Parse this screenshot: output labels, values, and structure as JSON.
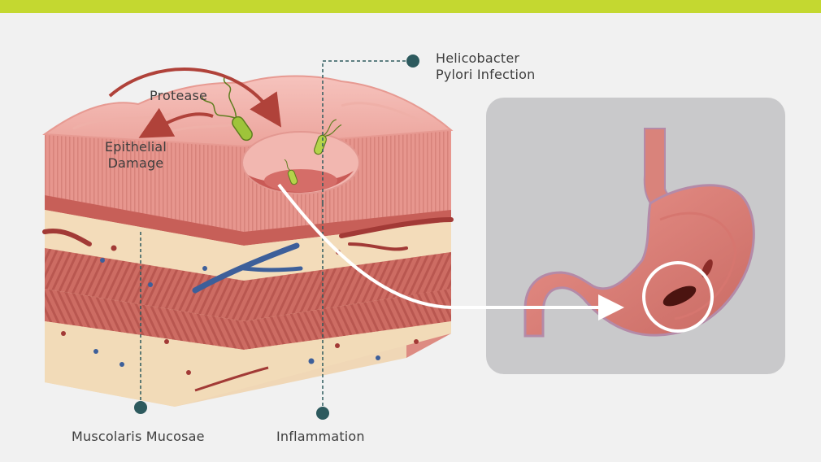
{
  "labels": {
    "helicobacter_line1": "Helicobacter",
    "helicobacter_line2": "Pylori Infection",
    "protease": "Protease",
    "epithelial_line1": "Epithelial",
    "epithelial_line2": "Damage",
    "muscolaris": "Muscolaris Mucosae",
    "inflammation": "Inflammation"
  },
  "colors": {
    "accent_bar": "#c4d830",
    "marker_dot": "#2d5a5e",
    "arrow_red": "#b0423a",
    "tissue_pink": "#e8968f",
    "panel_gray": "#c9c9cb"
  }
}
